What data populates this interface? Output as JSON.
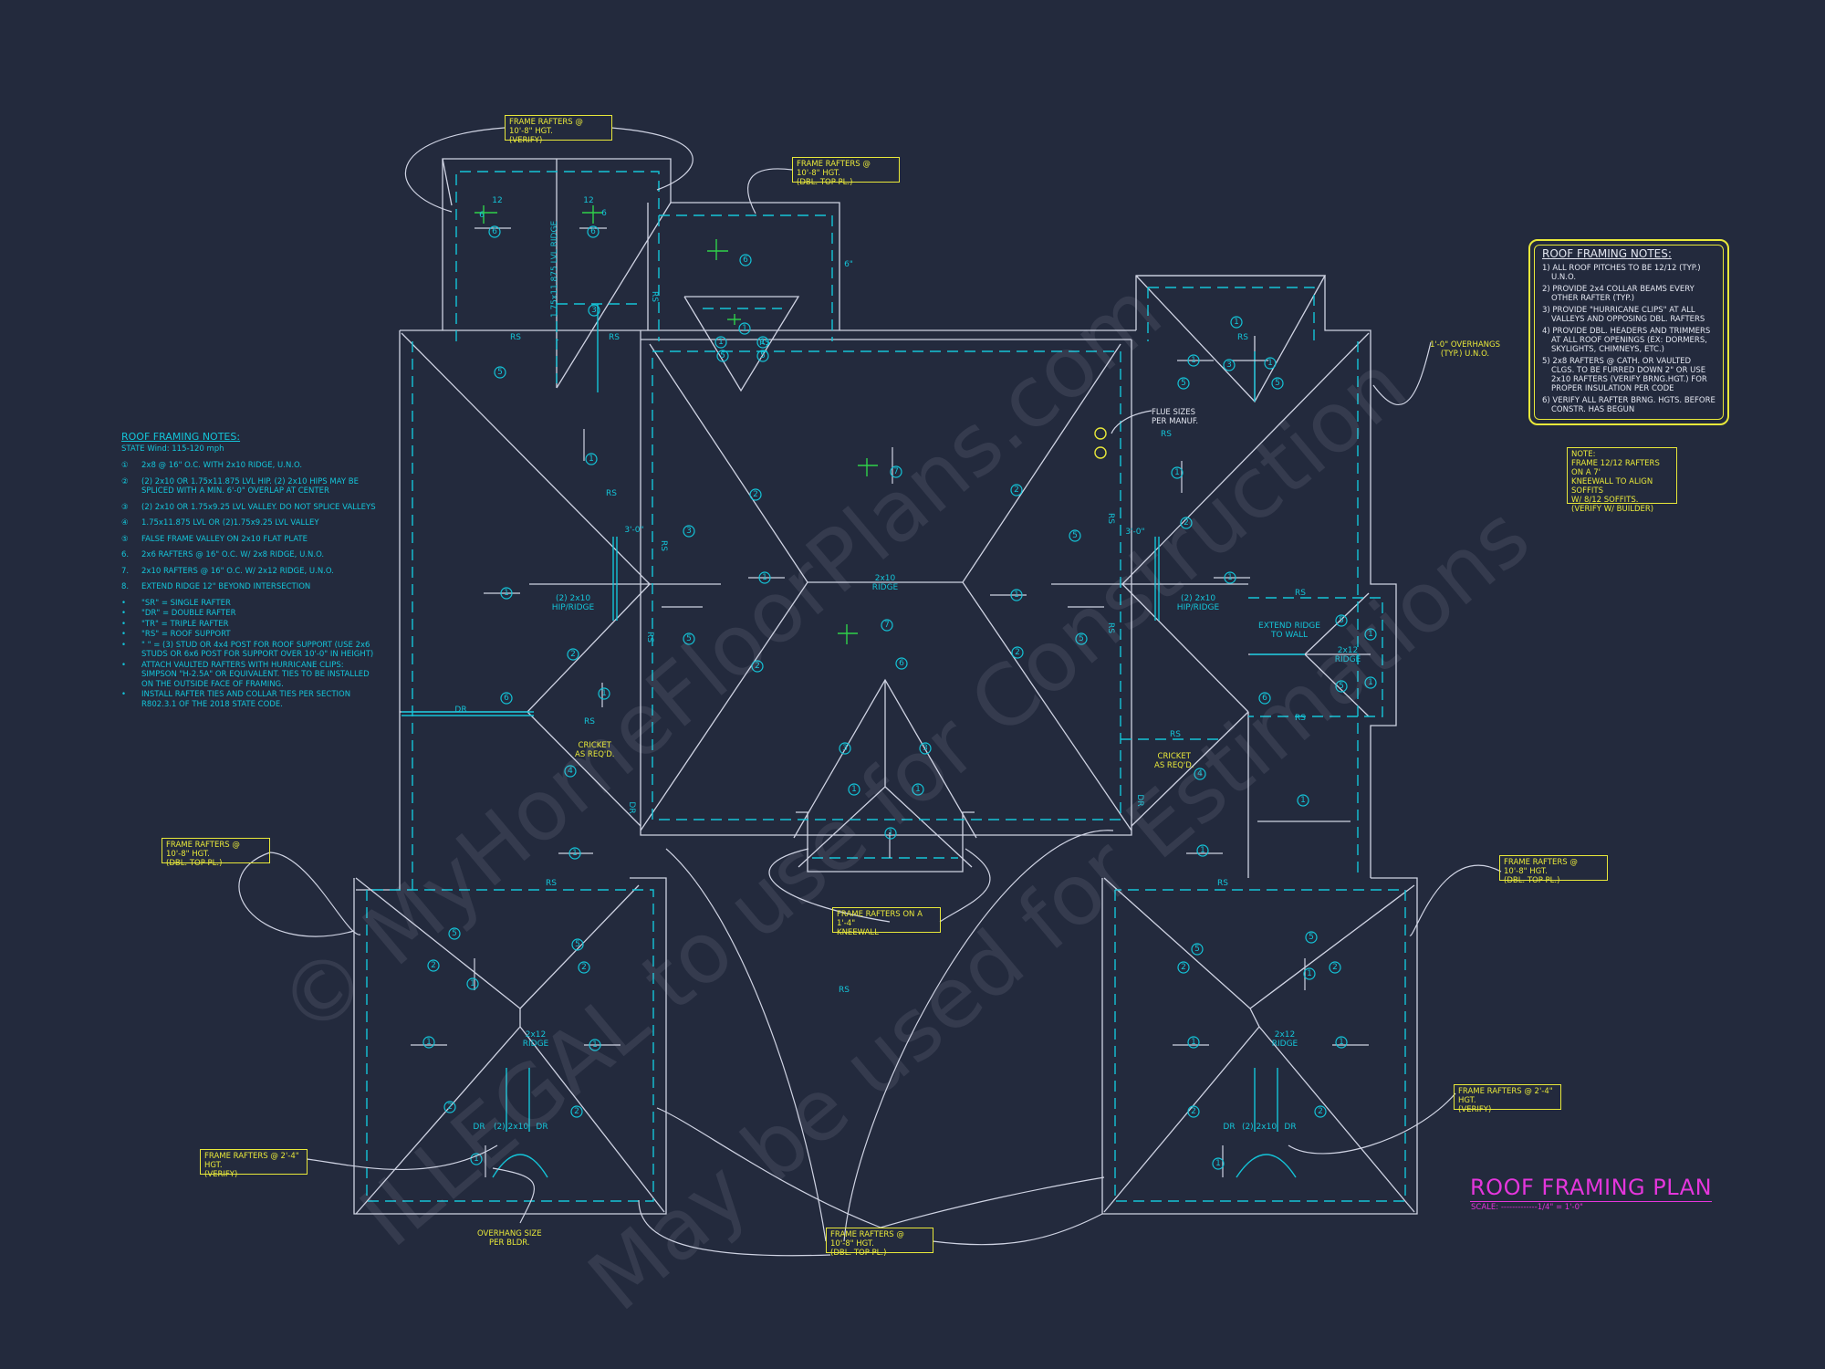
{
  "title": "ROOF FRAMING PLAN",
  "scale": "SCALE: -------------1/4\" = 1'-0\"",
  "colors": {
    "background": "#232a3d",
    "lines": "#cfd3e3",
    "cyan": "#14c4d8",
    "yellow": "#e8e83a",
    "magenta": "#e436dc"
  },
  "watermark": [
    "© MyHomeFloorPlans.com",
    "ILLEGAL to use for Construction",
    "May be used for Estimations"
  ],
  "left_notes": {
    "heading": "ROOF FRAMING NOTES:",
    "sub": "STATE Wind: 115-120 mph",
    "items": [
      {
        "sym": "①",
        "text": "2x8 @ 16\" O.C. WITH 2x10 RIDGE, U.N.O."
      },
      {
        "sym": "②",
        "text": "(2) 2x10 OR 1.75x11.875 LVL HIP. (2) 2x10 HIPS MAY BE SPLICED WITH A MIN. 6'-0\" OVERLAP AT CENTER"
      },
      {
        "sym": "③",
        "text": "(2) 2x10 OR 1.75x9.25 LVL VALLEY. DO NOT SPLICE VALLEYS"
      },
      {
        "sym": "④",
        "text": "1.75x11.875 LVL OR (2)1.75x9.25 LVL VALLEY"
      },
      {
        "sym": "⑤",
        "text": "FALSE FRAME VALLEY ON 2x10 FLAT PLATE"
      },
      {
        "sym": "6.",
        "text": "2x6 RAFTERS @ 16\" O.C. W/ 2x8 RIDGE, U.N.O."
      },
      {
        "sym": "7.",
        "text": "2x10 RAFTERS @ 16\" O.C. W/ 2x12 RIDGE, U.N.O."
      },
      {
        "sym": "8.",
        "text": "EXTEND RIDGE 12\" BEYOND INTERSECTION"
      }
    ],
    "bullets": [
      "\"SR\" = SINGLE RAFTER",
      "\"DR\" = DOUBLE RAFTER",
      "\"TR\" = TRIPLE RAFTER",
      "\"RS\" = ROOF SUPPORT",
      "\" \" = (3) STUD OR 4x4 POST FOR ROOF SUPPORT (USE 2x6 STUDS OR 6x6 POST FOR SUPPORT OVER 10'-0\" IN HEIGHT)",
      "ATTACH VAULTED RAFTERS WITH HURRICANE CLIPS: SIMPSON \"H-2.5A\" OR EQUIVALENT. TIES TO BE INSTALLED ON THE OUTSIDE FACE OF FRAMING.",
      "INSTALL RAFTER TIES AND COLLAR TIES PER SECTION R802.3.1 OF THE 2018 STATE CODE."
    ]
  },
  "right_notes": {
    "heading": "ROOF FRAMING NOTES:",
    "items": [
      "1) ALL ROOF PITCHES TO BE 12/12 (TYP.) U.N.O.",
      "2) PROVIDE 2x4 COLLAR BEAMS EVERY OTHER RAFTER (TYP.)",
      "3) PROVIDE \"HURRICANE CLIPS\" AT ALL VALLEYS AND OPPOSING DBL. RAFTERS",
      "4) PROVIDE DBL. HEADERS AND TRIMMERS AT ALL ROOF OPENINGS (EX: DORMERS, SKYLIGHTS, CHIMNEYS, ETC.)",
      "5) 2x8 RAFTERS @ CATH. OR VAULTED CLGS. TO BE FURRED DOWN 2\" OR USE 2x10 RAFTERS (VERIFY BRNG.HGT.) FOR PROPER INSULATION PER CODE",
      "6) VERIFY ALL RAFTER BRNG. HGTS. BEFORE CONSTR. HAS BEGUN"
    ]
  },
  "boxed_notes": {
    "n1": "FRAME RAFTERS @ 10'-8\" HGT.\n(VERIFY)",
    "n2": "FRAME RAFTERS @ 10'-8\" HGT.\n(DBL. TOP PL.)",
    "n3": "NOTE:\nFRAME 12/12 RAFTERS ON A 7'\nKNEEWALL TO ALIGN SOFFITS\nW/ 8/12 SOFFITS.\n(VERIFY W/ BUILDER)",
    "n4": "FRAME RAFTERS @ 10'-8\" HGT.\n(DBL. TOP PL.)",
    "n5": "FRAME RAFTERS @ 10'-8\" HGT.\n(DBL. TOP PL.)",
    "n6": "FRAME RAFTERS ON A 1'-4\"\nKNEEWALL",
    "n7": "FRAME RAFTERS @ 2'-4\" HGT.\n(VERIFY)",
    "n8": "FRAME RAFTERS @ 2'-4\" HGT.\n(VERIFY)",
    "n9": "FRAME RAFTERS @ 10'-8\" HGT.\n(DBL. TOP PL.)"
  },
  "plain_notes": {
    "overhangs": "1'-0\" OVERHANGS\n(TYP.) U.N.O.",
    "flue": "FLUE SIZES\nPER MANUF.",
    "cricket_left": "CRICKET\nAS REQ'D.",
    "cricket_right": "CRICKET\nAS REQ'D.",
    "overhang_size": "OVERHANG SIZE\nPER BLDR."
  },
  "labels": {
    "rs": "RS",
    "dr": "DR",
    "ridge_2x10": "2x10\nRIDGE",
    "ridge_2x12": "2x12\nRIDGE",
    "hip_ridge": "(2) 2x10\nHIP/RIDGE",
    "extend_ridge": "EXTEND RIDGE\nTO WALL",
    "dim_3_0": "3'-0\"",
    "dr2": "(2) 2x10",
    "lvl_ridge": "1.75x11.875 LVL RIDGE",
    "d_6": "6\"",
    "p12": "12",
    "p6": "6"
  }
}
